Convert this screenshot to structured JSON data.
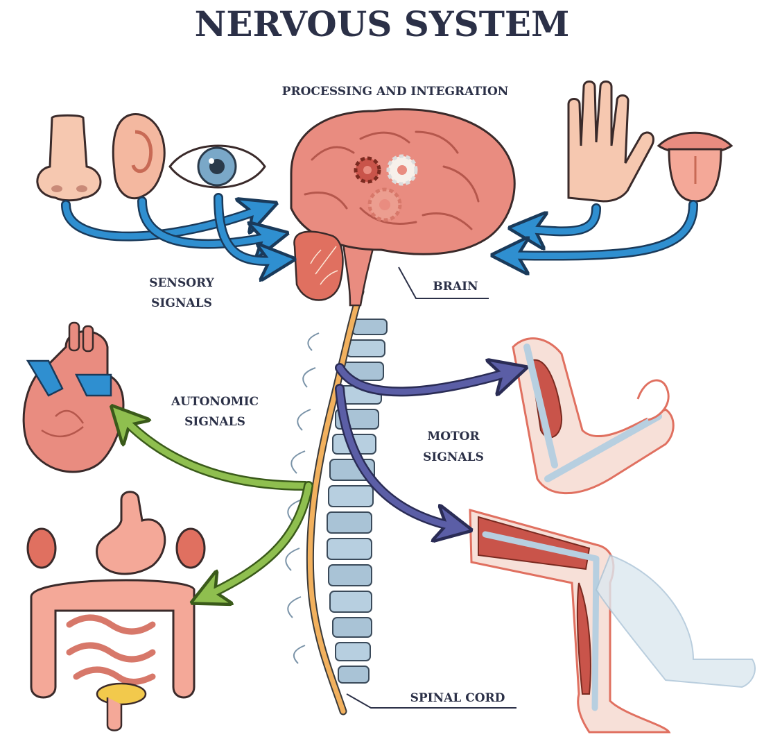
{
  "title": "NERVOUS SYSTEM",
  "labels": {
    "processing": "PROCESSING AND INTEGRATION",
    "sensory_1": "SENSORY",
    "sensory_2": "SIGNALS",
    "brain": "BRAIN",
    "autonomic_1": "AUTONOMIC",
    "autonomic_2": "SIGNALS",
    "motor_1": "MOTOR",
    "motor_2": "SIGNALS",
    "spinal_cord": "SPINAL CORD"
  },
  "colors": {
    "title": "#2b3047",
    "sensory_arrow": "#2f8fd0",
    "autonomic_arrow": "#8fbf4f",
    "motor_arrow": "#5b5ea6",
    "brain": "#e98c80",
    "spine": "#b7cfe0",
    "spinal_cord": "#f2b15e"
  },
  "icons": {
    "sense_organs": [
      "nose-icon",
      "ear-icon",
      "eye-icon",
      "hand-icon",
      "tongue-icon"
    ],
    "brain": "brain-icon",
    "gears": "gear-icon",
    "organs": [
      "heart-icon",
      "digestive-system-icon"
    ],
    "limbs": [
      "arm-muscle-icon",
      "leg-muscle-icon"
    ]
  }
}
